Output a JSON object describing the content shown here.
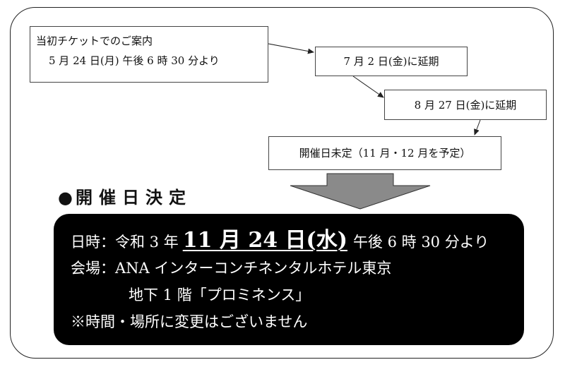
{
  "timeline": {
    "original": {
      "line1": "当初チケットでのご案内",
      "line2": "5 月 24 日(月) 午後 6 時 30 分より"
    },
    "postpone1": "7 月 2 日(金)に延期",
    "postpone2": "8 月 27 日(金)に延期",
    "undecided": "開催日未定（11 月・12 月を予定）"
  },
  "decided": {
    "bullet": "●",
    "heading": "開催日決定"
  },
  "info": {
    "date_label": "日時：令和 3 年",
    "date_main": "11 月 24 日(水)",
    "date_time": "午後 6 時 30 分より",
    "venue_label": "会場：",
    "venue_name": "ANA インターコンチネンタルホテル東京",
    "venue_floor": "地下 1 階「プロミネンス」",
    "note": "※時間・場所に変更はございません"
  },
  "colors": {
    "panel_bg": "#000000",
    "panel_text": "#ffffff",
    "border": "#222222",
    "arrow_fill": "#8a8a8a"
  }
}
